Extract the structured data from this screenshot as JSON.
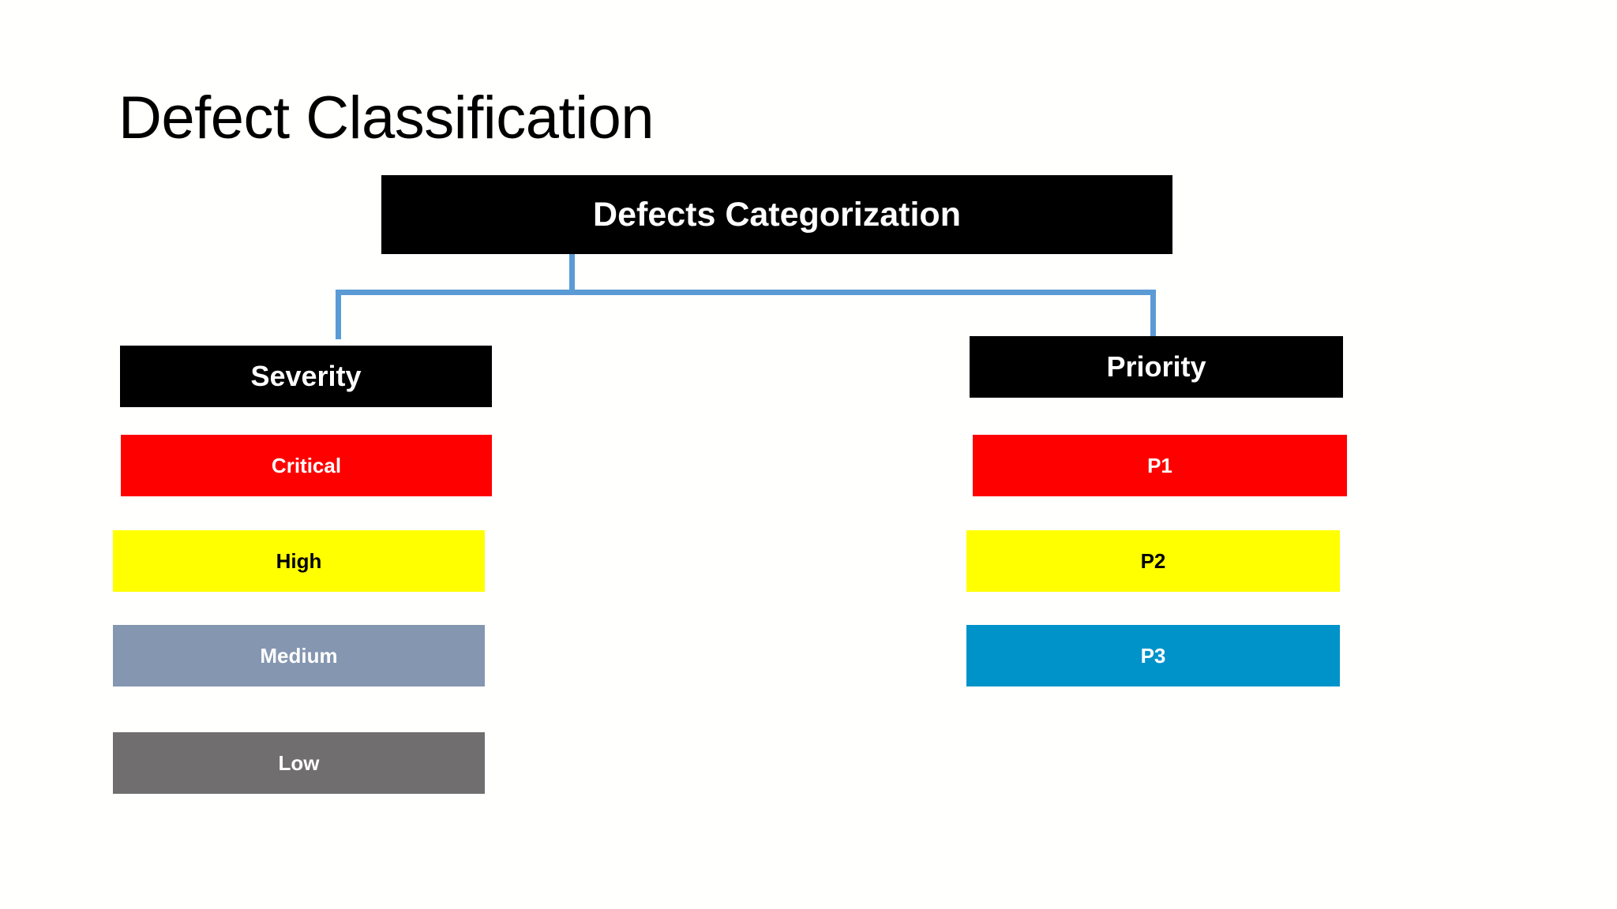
{
  "slide": {
    "title": "Defect Classification",
    "background_color": "#FFFFFE"
  },
  "diagram": {
    "type": "hierarchy-tree",
    "connector_color": "#5B9BD5",
    "root": {
      "label": "Defects Categorization",
      "fill": "#000000",
      "text_color": "#FFFFFF"
    },
    "branches": [
      {
        "header": {
          "label": "Severity",
          "fill": "#000000",
          "text_color": "#FFFFFF"
        },
        "items": [
          {
            "label": "Critical",
            "fill": "#FF0000",
            "text_color": "#FFFFFF"
          },
          {
            "label": "High",
            "fill": "#FFFF00",
            "text_color": "#000000"
          },
          {
            "label": "Medium",
            "fill": "#8496B0",
            "text_color": "#FFFFFF"
          },
          {
            "label": "Low",
            "fill": "#706E6E",
            "text_color": "#FFFFFF"
          }
        ]
      },
      {
        "header": {
          "label": "Priority",
          "fill": "#000000",
          "text_color": "#FFFFFF"
        },
        "items": [
          {
            "label": "P1",
            "fill": "#FF0000",
            "text_color": "#FFFFFF"
          },
          {
            "label": "P2",
            "fill": "#FFFF00",
            "text_color": "#000000"
          },
          {
            "label": "P3",
            "fill": "#0093C9",
            "text_color": "#FFFFFF"
          }
        ]
      }
    ]
  }
}
